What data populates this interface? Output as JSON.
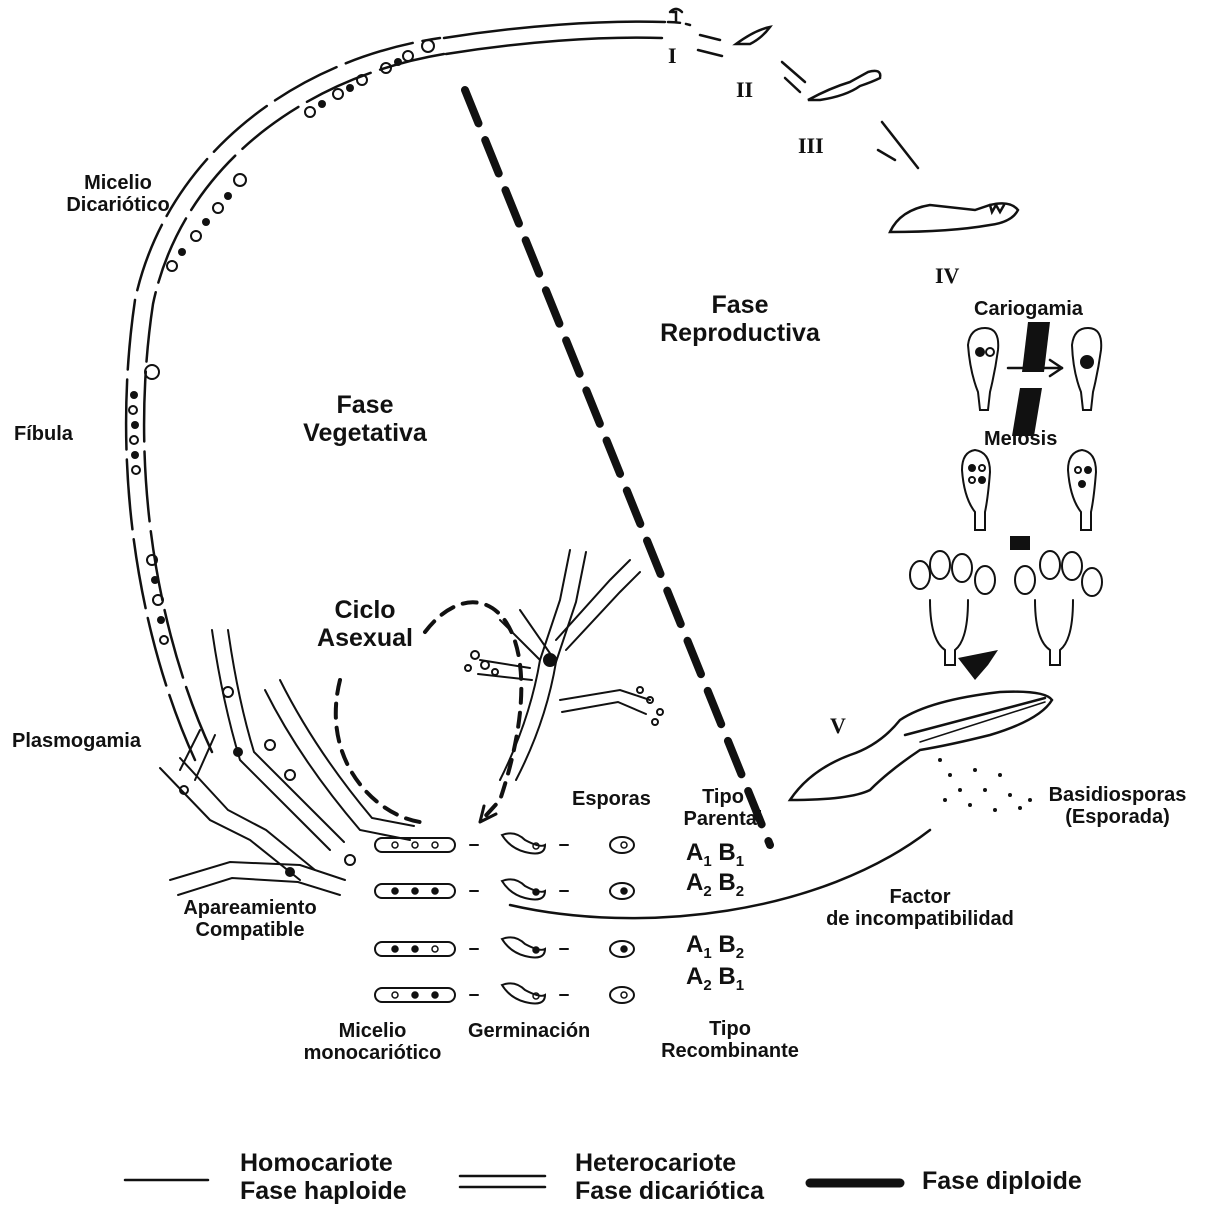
{
  "phases": {
    "vegetativa": [
      "Fase",
      "Vegetativa"
    ],
    "reproductiva": [
      "Fase",
      "Reproductiva"
    ],
    "asexual": [
      "Ciclo",
      "Asexual"
    ]
  },
  "labels": {
    "micelio_dicariotico": [
      "Micelio",
      "Dicariótico"
    ],
    "fibula": "Fíbula",
    "plasmogamia": "Plasmogamia",
    "apareamiento": [
      "Apareamiento",
      "Compatible"
    ],
    "micelio_monocariotico": [
      "Micelio",
      "monocariótico"
    ],
    "germinacion": "Germinación",
    "esporas": "Esporas",
    "tipo_parental": [
      "Tipo",
      "Parental"
    ],
    "tipo_recombinante": [
      "Tipo",
      "Recombinante"
    ],
    "factor": [
      "Factor",
      "de incompatibilidad"
    ],
    "basidiosporas": [
      "Basidiosporas",
      "(Esporada)"
    ],
    "cariogamia": "Cariogamia",
    "meiosis": "Meiosis"
  },
  "stages": [
    "I",
    "II",
    "III",
    "IV",
    "V"
  ],
  "genotypes": {
    "parental": [
      [
        "A",
        "1",
        "B",
        "1"
      ],
      [
        "A",
        "2",
        "B",
        "2"
      ]
    ],
    "recombinante": [
      [
        "A",
        "1",
        "B",
        "2"
      ],
      [
        "A",
        "2",
        "B",
        "1"
      ]
    ]
  },
  "legend": {
    "homocariote": [
      "Homocariote",
      "Fase haploide"
    ],
    "heterocariote": [
      "Heterocariote",
      "Fase dicariótica"
    ],
    "diploide": "Fase diploide"
  }
}
